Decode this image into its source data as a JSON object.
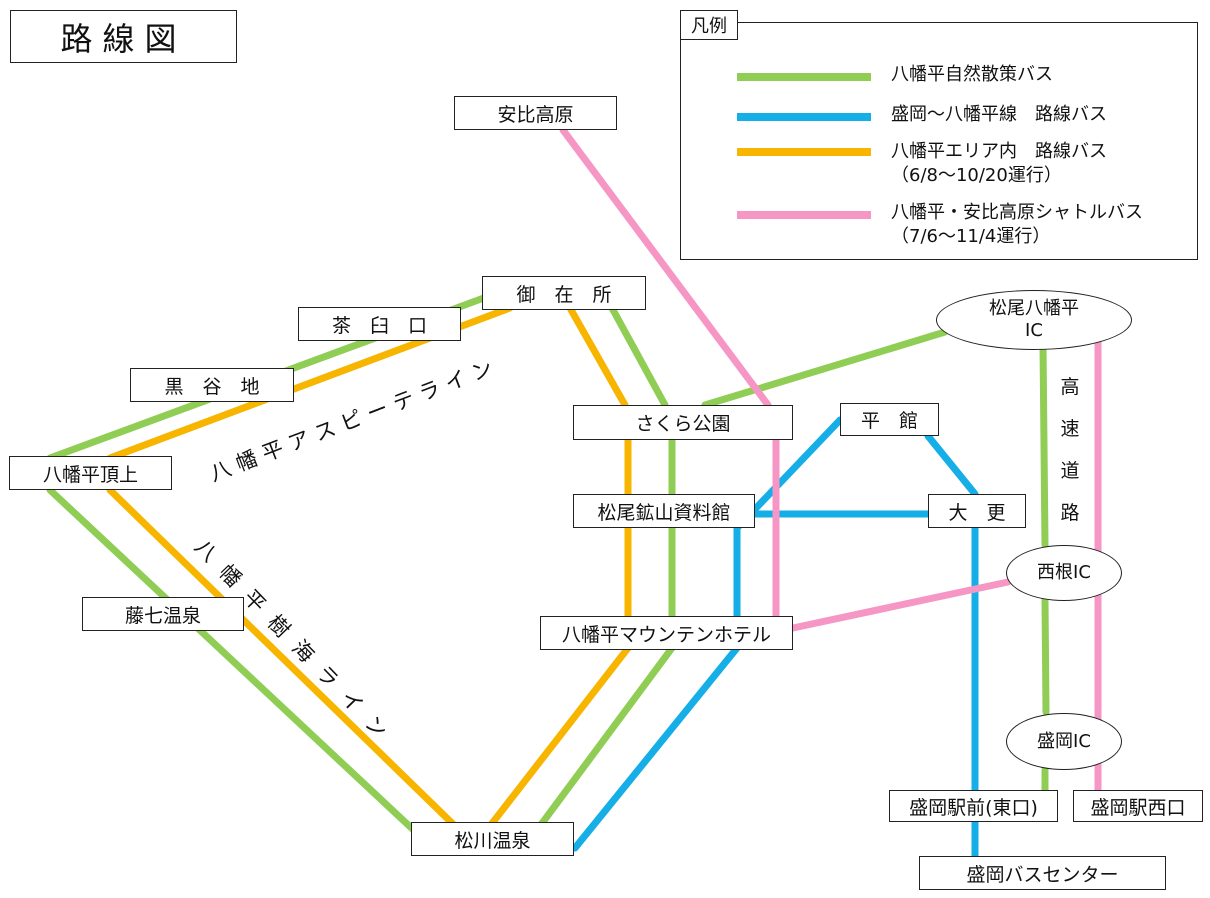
{
  "title": "路線図",
  "legend": {
    "heading": "凡例",
    "items": [
      {
        "label": "八幡平自然散策バス",
        "color": "#8fcd54"
      },
      {
        "label": "盛岡〜八幡平線　路線バス",
        "color": "#16aee6"
      },
      {
        "label": "八幡平エリア内　路線バス\n（6/8〜10/20運行）",
        "color": "#f7b500"
      },
      {
        "label": "八幡平・安比高原シャトルバス\n（7/6〜11/4運行）",
        "color": "#f596c4"
      }
    ]
  },
  "stations": {
    "appi": "安比高原",
    "gozaisho": "御　在　所",
    "chausuguchi": "茶　臼　口",
    "kuroyachi": "黒　谷　地",
    "chojo": "八幡平頂上",
    "tojishichi": "藤七温泉",
    "matsukawa": "松川温泉",
    "sakura": "さくら公園",
    "kozan": "松尾鉱山資料館",
    "hotel": "八幡平マウンテンホテル",
    "hiradate": "平　館",
    "obuke": "大　更",
    "matsuo_ic": "松尾八幡平\nIC",
    "nishine_ic": "西根IC",
    "morioka_ic": "盛岡IC",
    "morioka_east": "盛岡駅前(東口)",
    "morioka_west": "盛岡駅西口",
    "bus_center": "盛岡バスセンター"
  },
  "roads": {
    "aspite": "八幡平アスピーテライン",
    "jukai": "八幡平樹海ライン",
    "expressway": "高速道路"
  }
}
